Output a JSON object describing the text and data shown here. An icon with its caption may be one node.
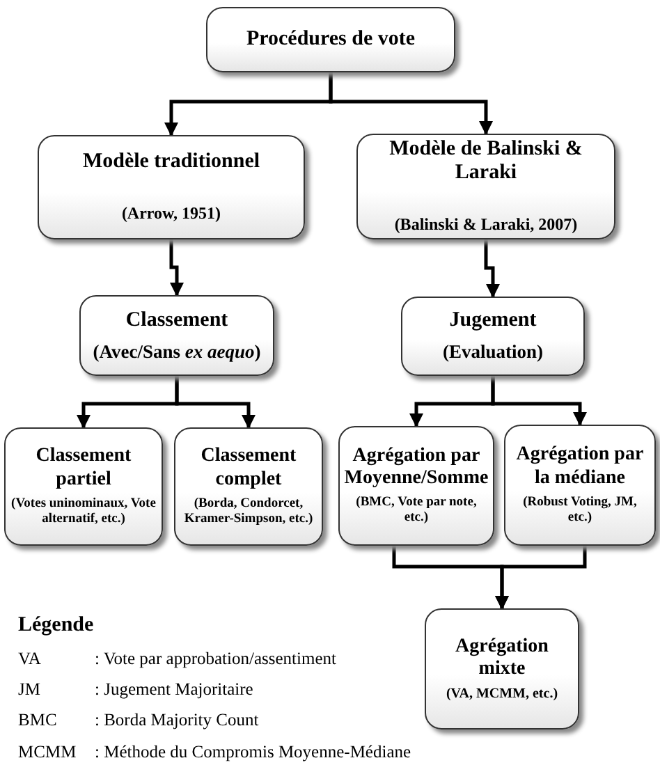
{
  "diagram": {
    "nodes": [
      {
        "text": [
          "Procédures de vote"
        ]
      },
      {
        "text": [
          "Modèle traditionnel",
          "(Arrow, 1951)"
        ]
      },
      {
        "text": [
          "Modèle de Balinski & Laraki",
          "(Balinski & Laraki, 2007)"
        ]
      },
      {
        "text": [
          "Classement",
          "(Avec/Sans *ex aequo*)"
        ]
      },
      {
        "text": [
          "Jugement",
          "(Evaluation)"
        ]
      },
      {
        "text": [
          "Classement partiel",
          "(Votes uninominaux, Vote alternatif, etc.)"
        ]
      },
      {
        "text": [
          "Classement complet",
          "(Borda, Condorcet, Kramer-Simpson, etc.)"
        ]
      },
      {
        "text": [
          "Agrégation par Moyenne/Somme",
          "(BMC, Vote par note, etc.)"
        ]
      },
      {
        "text": [
          "Agrégation par la médiane",
          "(Robust Voting, JM, etc.)"
        ]
      },
      {
        "text": [
          "Agrégation mixte",
          "(VA, MCMM,  etc.)"
        ]
      }
    ],
    "edges": [
      {
        "from": 0,
        "to": 1,
        "arrow": "to"
      },
      {
        "from": 0,
        "to": 2,
        "arrow": "to"
      },
      {
        "from": 1,
        "to": 3,
        "arrow": "to"
      },
      {
        "from": 2,
        "to": 4,
        "arrow": "to"
      },
      {
        "from": 3,
        "to": 5,
        "arrow": "to"
      },
      {
        "from": 3,
        "to": 6,
        "arrow": "to"
      },
      {
        "from": 4,
        "to": 7,
        "arrow": "to"
      },
      {
        "from": 4,
        "to": 8,
        "arrow": "to"
      },
      {
        "from": 7,
        "to": 9,
        "arrow": "to"
      },
      {
        "from": 8,
        "to": 9,
        "arrow": "to"
      }
    ],
    "labels": [
      "Légende",
      "VA",
      ": Vote par approbation/assentiment",
      "JM",
      ": Jugement Majoritaire",
      "BMC",
      ": Borda Majority Count",
      "MCMM",
      ": Méthode du Compromis Moyenne-Médiane"
    ]
  }
}
